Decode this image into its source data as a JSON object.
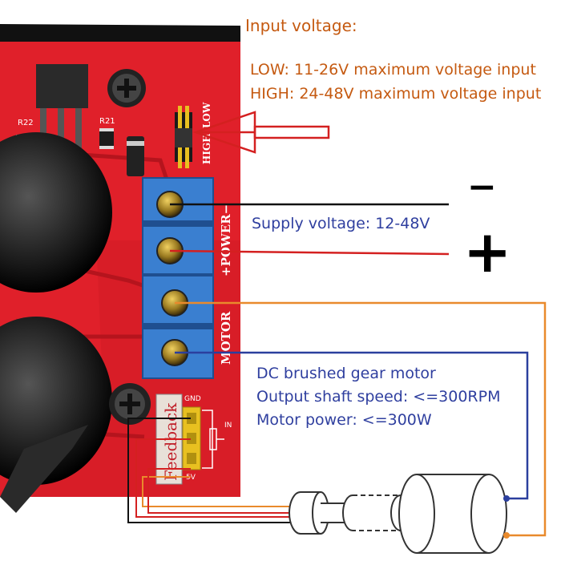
{
  "input_voltage": {
    "title": "Input voltage:",
    "low": "LOW: 11-26V  maximum voltage input",
    "high": "HIGH: 24-48V  maximum voltage input"
  },
  "supply": {
    "label": "Supply voltage: 12-48V",
    "minus_sign": "−",
    "plus_sign": "+"
  },
  "motor": {
    "line1": "DC brushed gear motor",
    "line2": "Output shaft speed: <=300RPM",
    "line3": "Motor power: <=300W"
  },
  "board": {
    "r22": "R22",
    "r21": "R21",
    "jumper_high": "HIGH",
    "jumper_low": "LOW",
    "power": "+POWER−",
    "motor": "MOTOR",
    "feedback": "Feedback",
    "gnd": "GND",
    "in": "IN",
    "five_v": "5V"
  },
  "colors": {
    "board_red": "#e0202a",
    "terminal_blue": "#3a7fd0",
    "label_orange": "#c55a11",
    "label_blue": "#2f3f9f",
    "wire_orange": "#e98a2c",
    "wire_blue": "#2b3f9e",
    "wire_red": "#d42020",
    "wire_black": "#111111"
  }
}
